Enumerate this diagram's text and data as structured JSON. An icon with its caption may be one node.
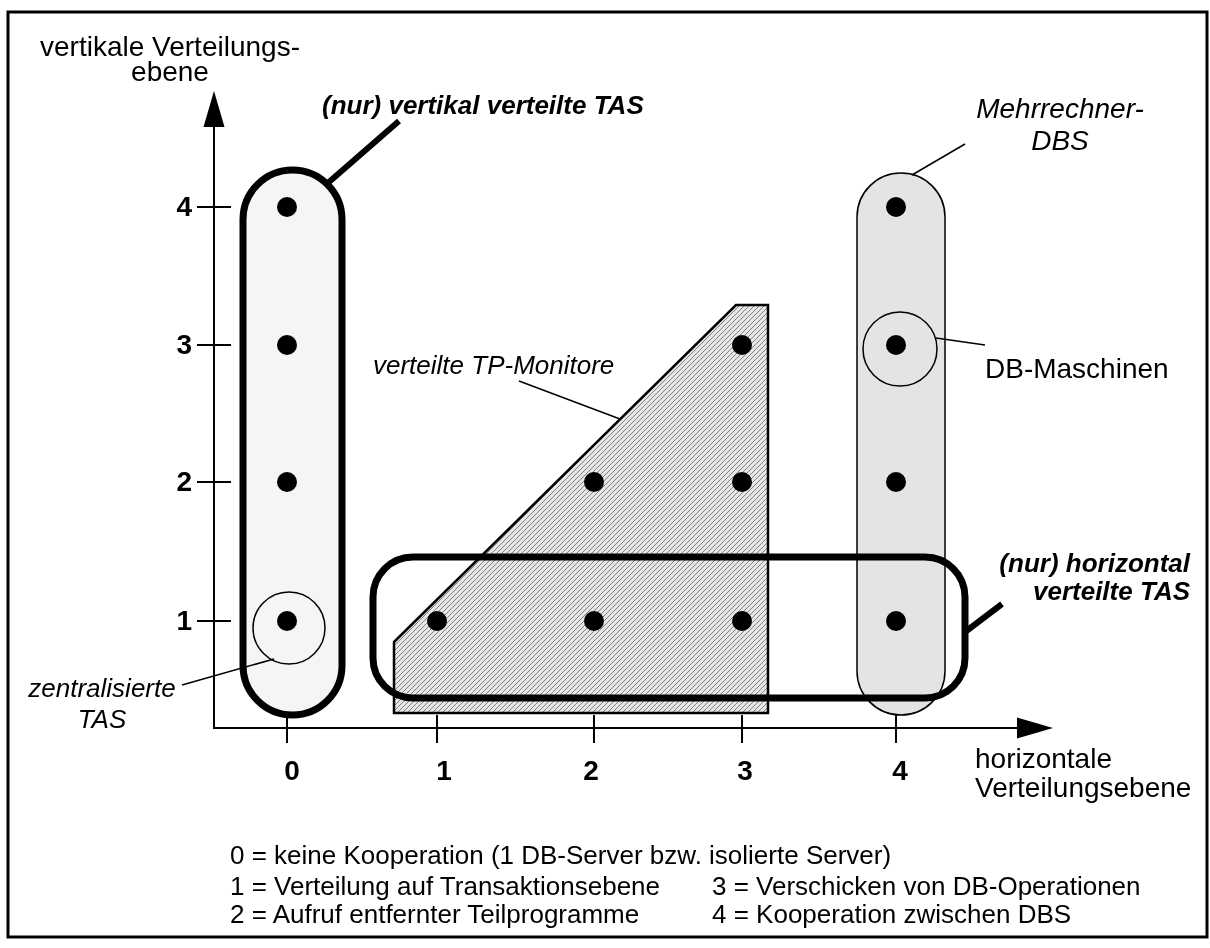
{
  "diagram": {
    "nodes": [
      {
        "text": [
          "(nur) vertikal verteilte TAS"
        ]
      },
      {
        "text": [],
        "shape": "box"
      },
      {
        "text": [
          "verteilte TP-Monitore"
        ]
      },
      {
        "text": [],
        "shape": "trapezoid"
      },
      {
        "text": [
          "Mehrrechner- DBS"
        ]
      },
      {
        "text": [],
        "shape": "box"
      },
      {
        "text": [
          "DB-Maschinen"
        ]
      },
      {
        "text": [],
        "shape": "circle",
        "in": 5
      },
      {
        "text": [
          "(nur) horizontal verteilte TAS"
        ]
      },
      {
        "text": [],
        "shape": "box"
      },
      {
        "text": [
          "zentralisierte TAS"
        ]
      },
      {
        "text": [],
        "shape": "circle",
        "in": 1
      }
    ],
    "edges": [
      {
        "from": 0,
        "to": 1,
        "arrow": "none",
        "style": "thick"
      },
      {
        "from": 2,
        "to": 3,
        "arrow": "none"
      },
      {
        "from": 4,
        "to": 5,
        "arrow": "none"
      },
      {
        "from": 6,
        "to": 7,
        "arrow": "none"
      },
      {
        "from": 8,
        "to": 9,
        "arrow": "none",
        "style": "thick"
      },
      {
        "from": 10,
        "to": 11,
        "arrow": "none"
      }
    ],
    "labels": [
      "vertikale Verteilungs- ebene",
      "4",
      "3",
      "2",
      "1",
      "0",
      "1",
      "2",
      "3",
      "4",
      "horizontale Verteilungsebene",
      "0 = keine Kooperation (1 DB-Server bzw. isolierte Server)",
      "1 = Verteilung auf Transaktionsebene",
      "3 = Verschicken von DB-Operationen",
      "2 = Aufruf entfernter Teilprogramme",
      "4 = Kooperation zwischen DBS"
    ]
  }
}
